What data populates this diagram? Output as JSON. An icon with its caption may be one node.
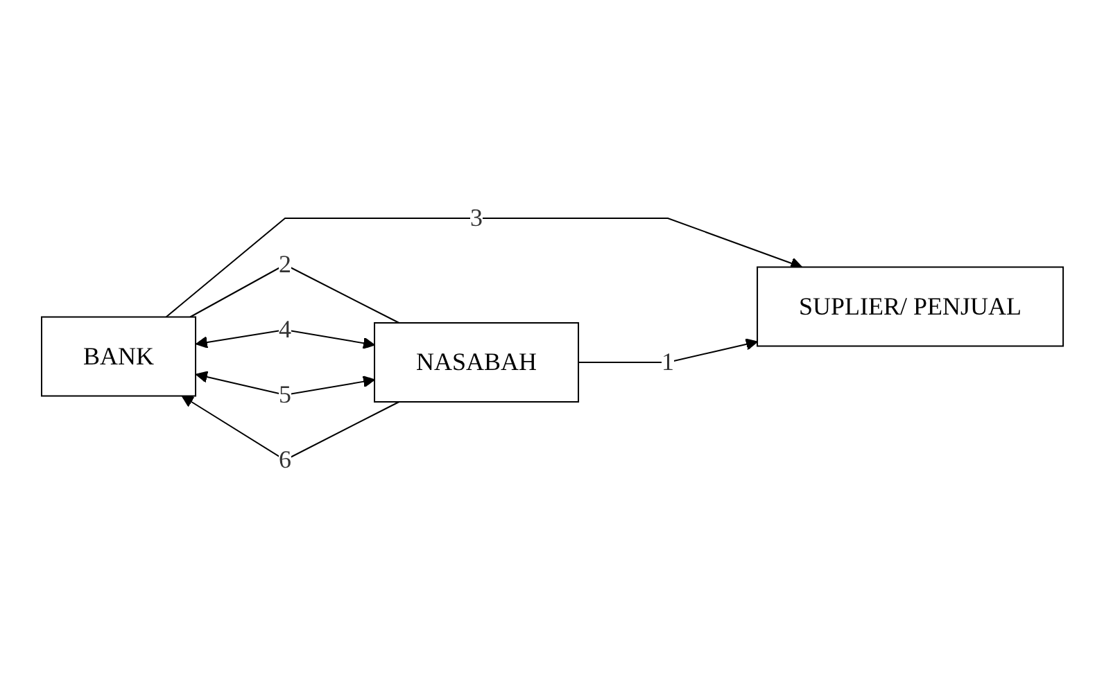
{
  "diagram": {
    "nodes": [
      {
        "text": [
          "BANK"
        ]
      },
      {
        "text": [
          "NASABAH"
        ]
      },
      {
        "text": [
          "SUPLIER/ PENJUAL"
        ]
      }
    ],
    "edges": [
      {
        "from": 0,
        "to": 1,
        "arrow": "none",
        "label": "2"
      },
      {
        "from": 0,
        "to": 1,
        "arrow": "both",
        "label": "4"
      },
      {
        "from": 0,
        "to": 1,
        "arrow": "both",
        "label": "5"
      },
      {
        "from": 1,
        "to": 0,
        "arrow": "to",
        "label": "6"
      },
      {
        "from": 0,
        "to": 2,
        "arrow": "to",
        "label": "3"
      },
      {
        "from": 1,
        "to": 2,
        "arrow": "to",
        "label": "1"
      }
    ]
  }
}
